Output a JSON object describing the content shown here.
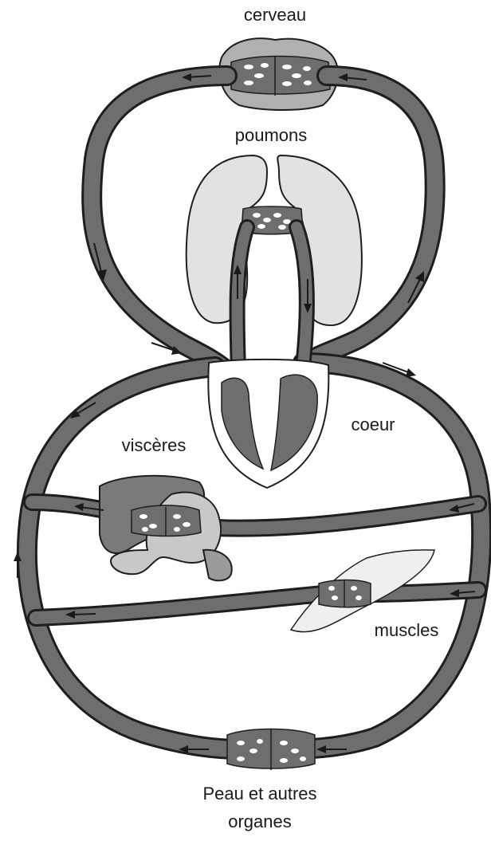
{
  "labels": {
    "brain": "cerveau",
    "lungs": "poumons",
    "heart": "coeur",
    "viscera": "viscères",
    "muscles": "muscles",
    "skin_line1": "Peau et autres",
    "skin_line2": "organes"
  },
  "colors": {
    "vessel": "#6e6e6e",
    "outline": "#1e1e1e",
    "lung": "#e2e2e2",
    "heart_chamber": "#6e6e6e",
    "organ_dark": "#7a7a7a",
    "organ_light": "#c8c8c8"
  }
}
